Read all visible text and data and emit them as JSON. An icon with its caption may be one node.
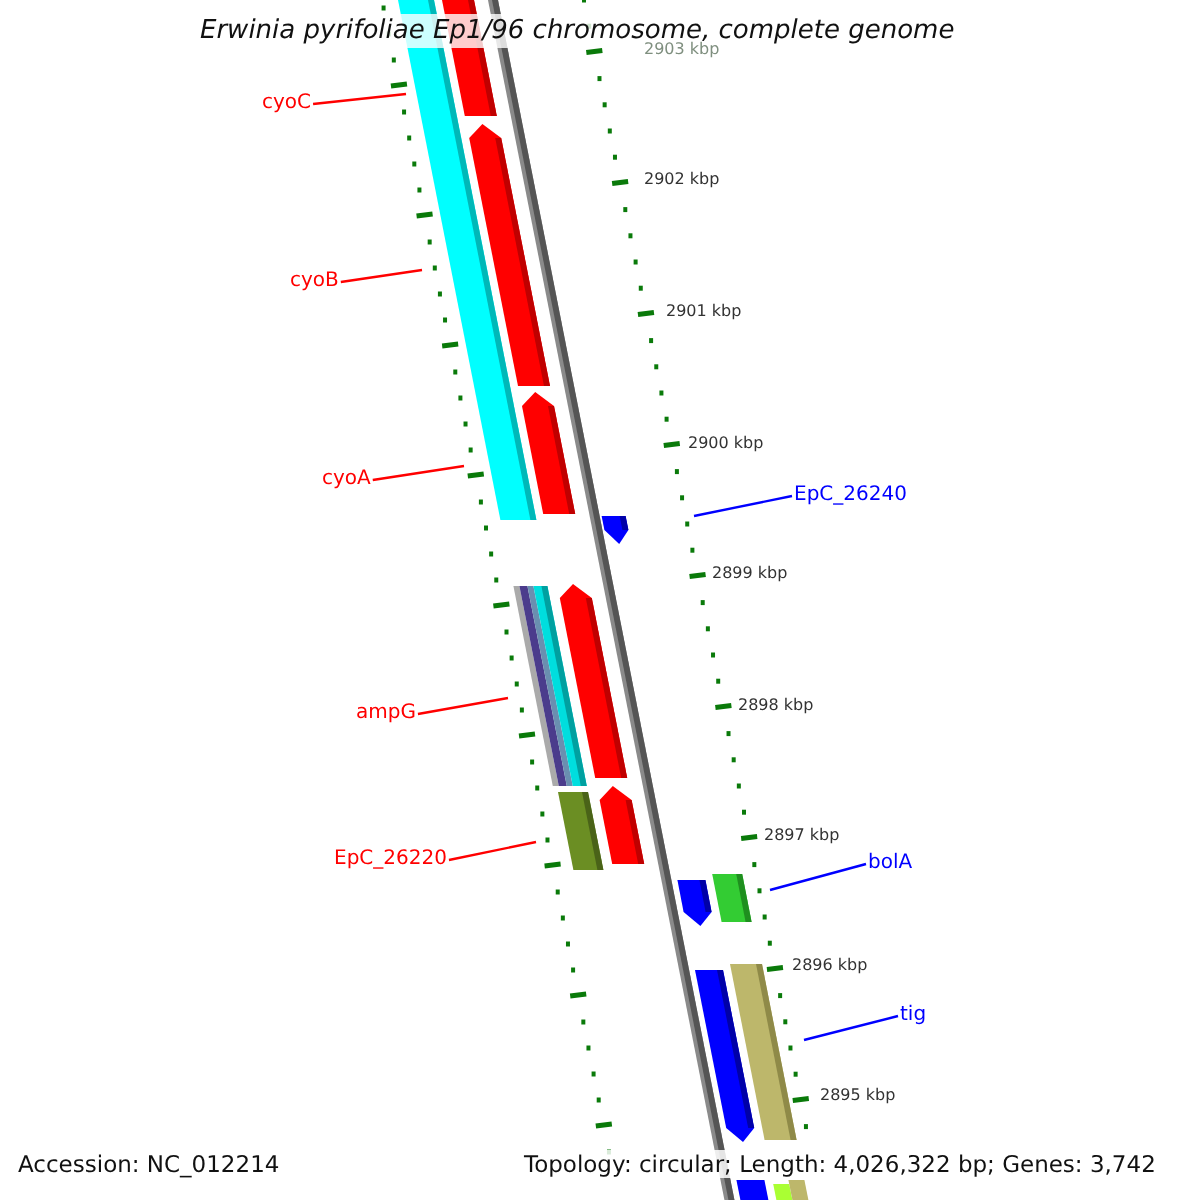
{
  "diagram": {
    "title": "Erwinia pyrifoliae Ep1/96 chromosome, complete genome",
    "nodes": [
      {
        "text": [
          "cyoC"
        ]
      },
      {
        "text": [
          "cyoB"
        ]
      },
      {
        "text": [
          "cyoA"
        ]
      },
      {
        "text": [
          "ampG"
        ]
      },
      {
        "text": [
          "EpC_26220"
        ]
      },
      {
        "text": [
          "EpC_26240"
        ]
      },
      {
        "text": [
          "bolA"
        ]
      },
      {
        "text": [
          "tig"
        ]
      }
    ],
    "edges": [
      {
        "from": 0,
        "to": null,
        "arrow": "none"
      },
      {
        "from": 1,
        "to": null,
        "arrow": "none"
      },
      {
        "from": 2,
        "to": null,
        "arrow": "none"
      },
      {
        "from": 3,
        "to": null,
        "arrow": "none"
      },
      {
        "from": 4,
        "to": null,
        "arrow": "none"
      },
      {
        "from": 5,
        "to": null,
        "arrow": "none",
        "color": "#0000ff"
      },
      {
        "from": 6,
        "to": null,
        "arrow": "none",
        "color": "#0000ff"
      },
      {
        "from": 7,
        "to": null,
        "arrow": "none",
        "color": "#0000ff"
      }
    ],
    "labels": [
      "2903 kbp",
      "2902 kbp",
      "2901 kbp",
      "2900 kbp",
      "2899 kbp",
      "2898 kbp",
      "2897 kbp",
      "2896 kbp",
      "2895 kbp",
      "Accession: NC_012214",
      "Topology: circular; Length: 4,026,322 bp; Genes: 3,742"
    ]
  }
}
